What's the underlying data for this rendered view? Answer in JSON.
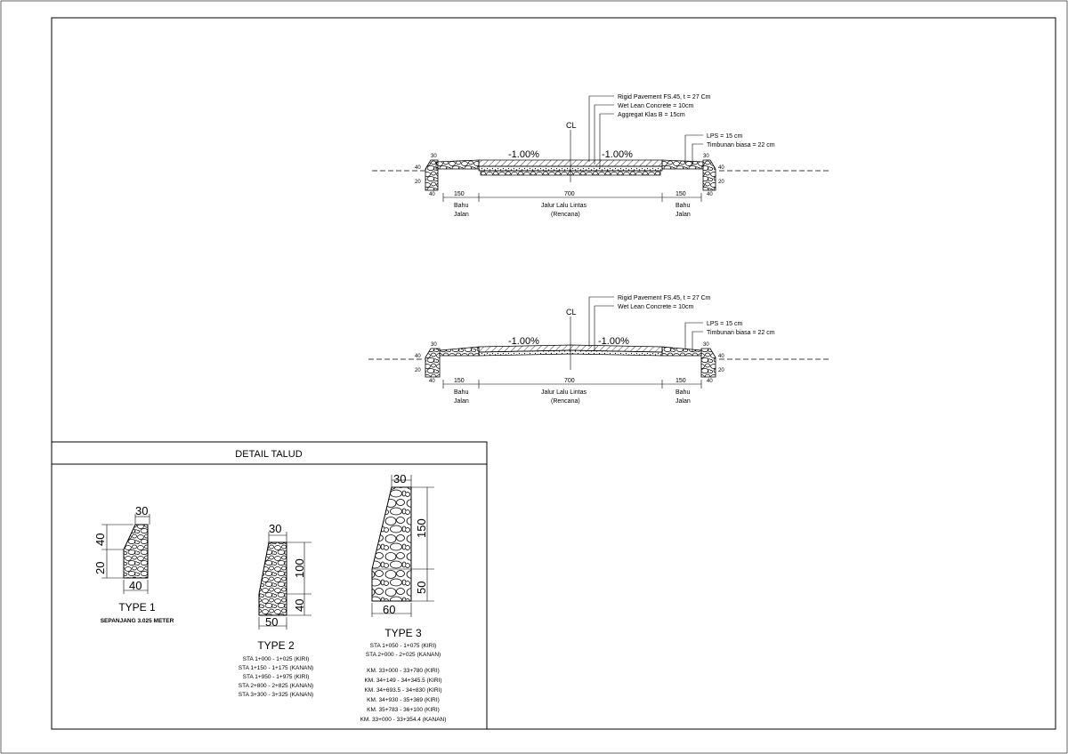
{
  "section_1": {
    "callouts": [
      "Rigid Pavement FS.45, t = 27 Cm",
      "Wet Lean Concrete = 10cm",
      "Aggregat Klas B = 15cm"
    ],
    "side_callouts": [
      "LPS = 15 cm",
      "Timbunan biasa = 22 cm"
    ],
    "centerline": "CL",
    "slope_left": "-1.00%",
    "slope_right": "-1.00%",
    "dims": [
      "150",
      "700",
      "150"
    ],
    "talud_dims": [
      "30",
      "40",
      "20",
      "40"
    ],
    "label_shoulder_1": "Bahu",
    "label_shoulder_2": "Jalan",
    "label_lane_1": "Jalur Lalu Lintas",
    "label_lane_2": "(Rencana)"
  },
  "section_2": {
    "callouts": [
      "Rigid Pavement FS.45, t = 27 Cm",
      "Wet Lean Concrete = 10cm"
    ],
    "side_callouts": [
      "LPS = 15 cm",
      "Timbunan biasa = 22 cm"
    ],
    "centerline": "CL",
    "slope_left": "-1.00%",
    "slope_right": "-1.00%",
    "dims": [
      "150",
      "700",
      "150"
    ],
    "talud_dims": [
      "30",
      "40",
      "20",
      "40"
    ],
    "label_shoulder_1": "Bahu",
    "label_shoulder_2": "Jalan",
    "label_lane_1": "Jalur Lalu Lintas",
    "label_lane_2": "(Rencana)"
  },
  "detail": {
    "title": "DETAIL TALUD",
    "type1": {
      "title": "TYPE 1",
      "note": "SEPANJANG 3.025 METER",
      "dims": [
        "30",
        "40",
        "20",
        "40"
      ]
    },
    "type2": {
      "title": "TYPE 2",
      "dims": [
        "30",
        "100",
        "40",
        "50"
      ],
      "sta": [
        "STA 1+000 - 1+025 (KIRI)",
        "STA 1+150 - 1+175 (KANAN)",
        "STA 1+950 - 1+975 (KIRI)",
        "STA 2+800 - 2+825 (KANAN)",
        "STA 3+300 - 3+325 (KANAN)"
      ]
    },
    "type3": {
      "title": "TYPE 3",
      "dims": [
        "30",
        "150",
        "50",
        "60"
      ],
      "sta": [
        "STA 1+050 - 1+075 (KIRI)",
        "STA 2+000 - 2+025 (KANAN)"
      ],
      "km": [
        "KM. 33+000 - 33+780 (KIRI)",
        "KM. 34+149 - 34+345.5 (KIRI)",
        "KM. 34+693.5 - 34+830 (KIRI)",
        "KM. 34+930 - 35+369 (KIRI)",
        "KM. 35+783 - 36+100 (KIRI)",
        "KM. 33+000 - 33+354.4 (KANAN)"
      ]
    }
  }
}
